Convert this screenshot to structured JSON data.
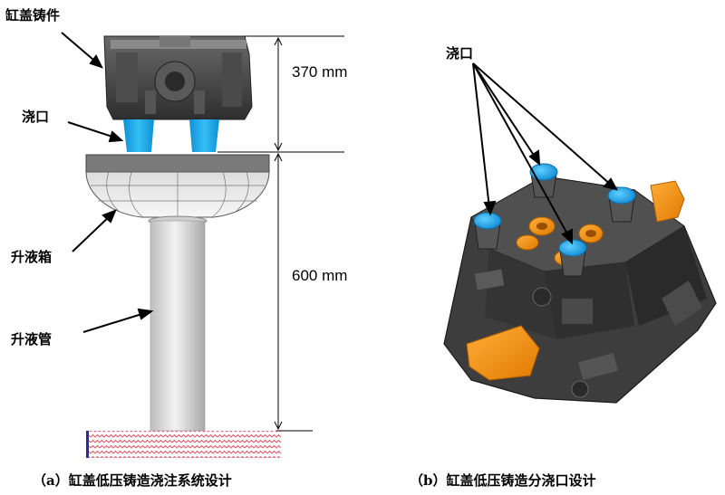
{
  "left": {
    "casting_label": "缸盖铸件",
    "gate_label": "浇口",
    "riser_box_label": "升液箱",
    "riser_tube_label": "升液管",
    "dim_top": "370 mm",
    "dim_bottom": "600 mm",
    "caption": "（a）缸盖低压铸造浇注系统设计"
  },
  "right": {
    "gate_label": "浇口",
    "caption": "（b）缸盖低压铸造分浇口设计"
  },
  "colors": {
    "gate_blue": "#1aa6e8",
    "core_orange": "#f08c10",
    "casting_dark": "#3a3a3a",
    "metal_bath": "#e04050"
  }
}
